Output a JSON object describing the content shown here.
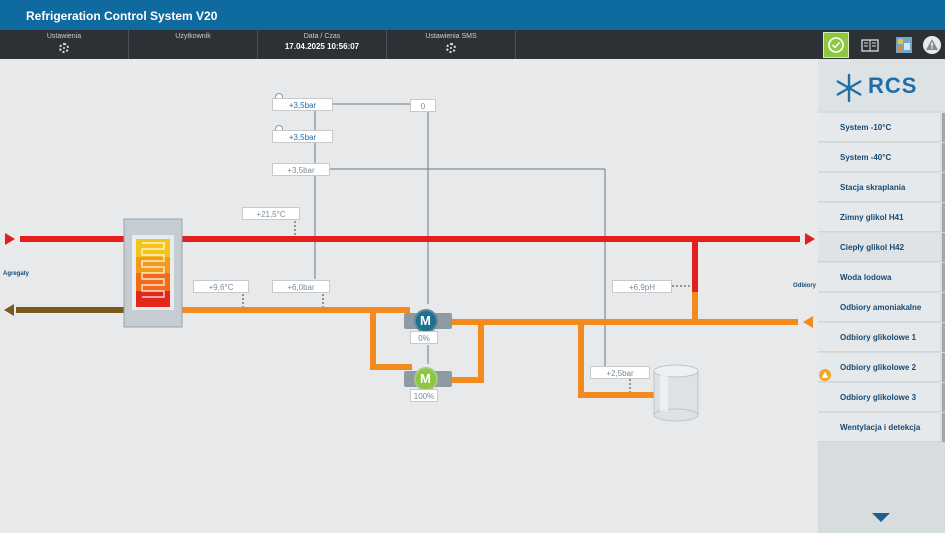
{
  "app": {
    "title": "Refrigeration Control System V20"
  },
  "topbar": {
    "settings_label": "Ustawienia",
    "user_label": "Użytkownik",
    "date_label": "Data / Czas",
    "date_value": "17.04.2025 10:56:07",
    "sms_label": "Ustawienia SMS"
  },
  "sidebar": {
    "logo_text": "RCS",
    "items": [
      {
        "label": "System -10°C"
      },
      {
        "label": "System -40°C"
      },
      {
        "label": "Stacja skraplania"
      },
      {
        "label": "Zimny glikol H41"
      },
      {
        "label": "Ciepły glikol H42"
      },
      {
        "label": "Woda lodowa"
      },
      {
        "label": "Odbiory amoniakalne"
      },
      {
        "label": "Odbiory glikolowe 1"
      },
      {
        "label": "Odbiory glikolowe 2"
      },
      {
        "label": "Odbiory glikolowe 3"
      },
      {
        "label": "Wentylacja i detekcja"
      }
    ]
  },
  "diagram": {
    "left_label": "Agregaty",
    "right_label": "Odbiory",
    "p1_value": "+3,5bar",
    "p2_value": "+3,5bar",
    "p3_value": "+3,5bar",
    "zero_value": "0",
    "t1_value": "+21,5°C",
    "t2_value": "+9,6°C",
    "p4_value": "+6,0bar",
    "ph_value": "+6,9pH",
    "p5_value": "+2,5bar",
    "pump1_speed": "0%",
    "pump2_speed": "100%",
    "pump_symbol": "M"
  },
  "colors": {
    "title_bar": "#0f6aa0",
    "top_bar": "#2c3136",
    "hot_pipe": "#e31e1e",
    "warm_pipe": "#f28a1e",
    "return_pipe": "#7a5a1a",
    "pump_running": "#1f6f8f",
    "pump_green": "#8dc63f",
    "accent_green": "#8dc63f"
  }
}
